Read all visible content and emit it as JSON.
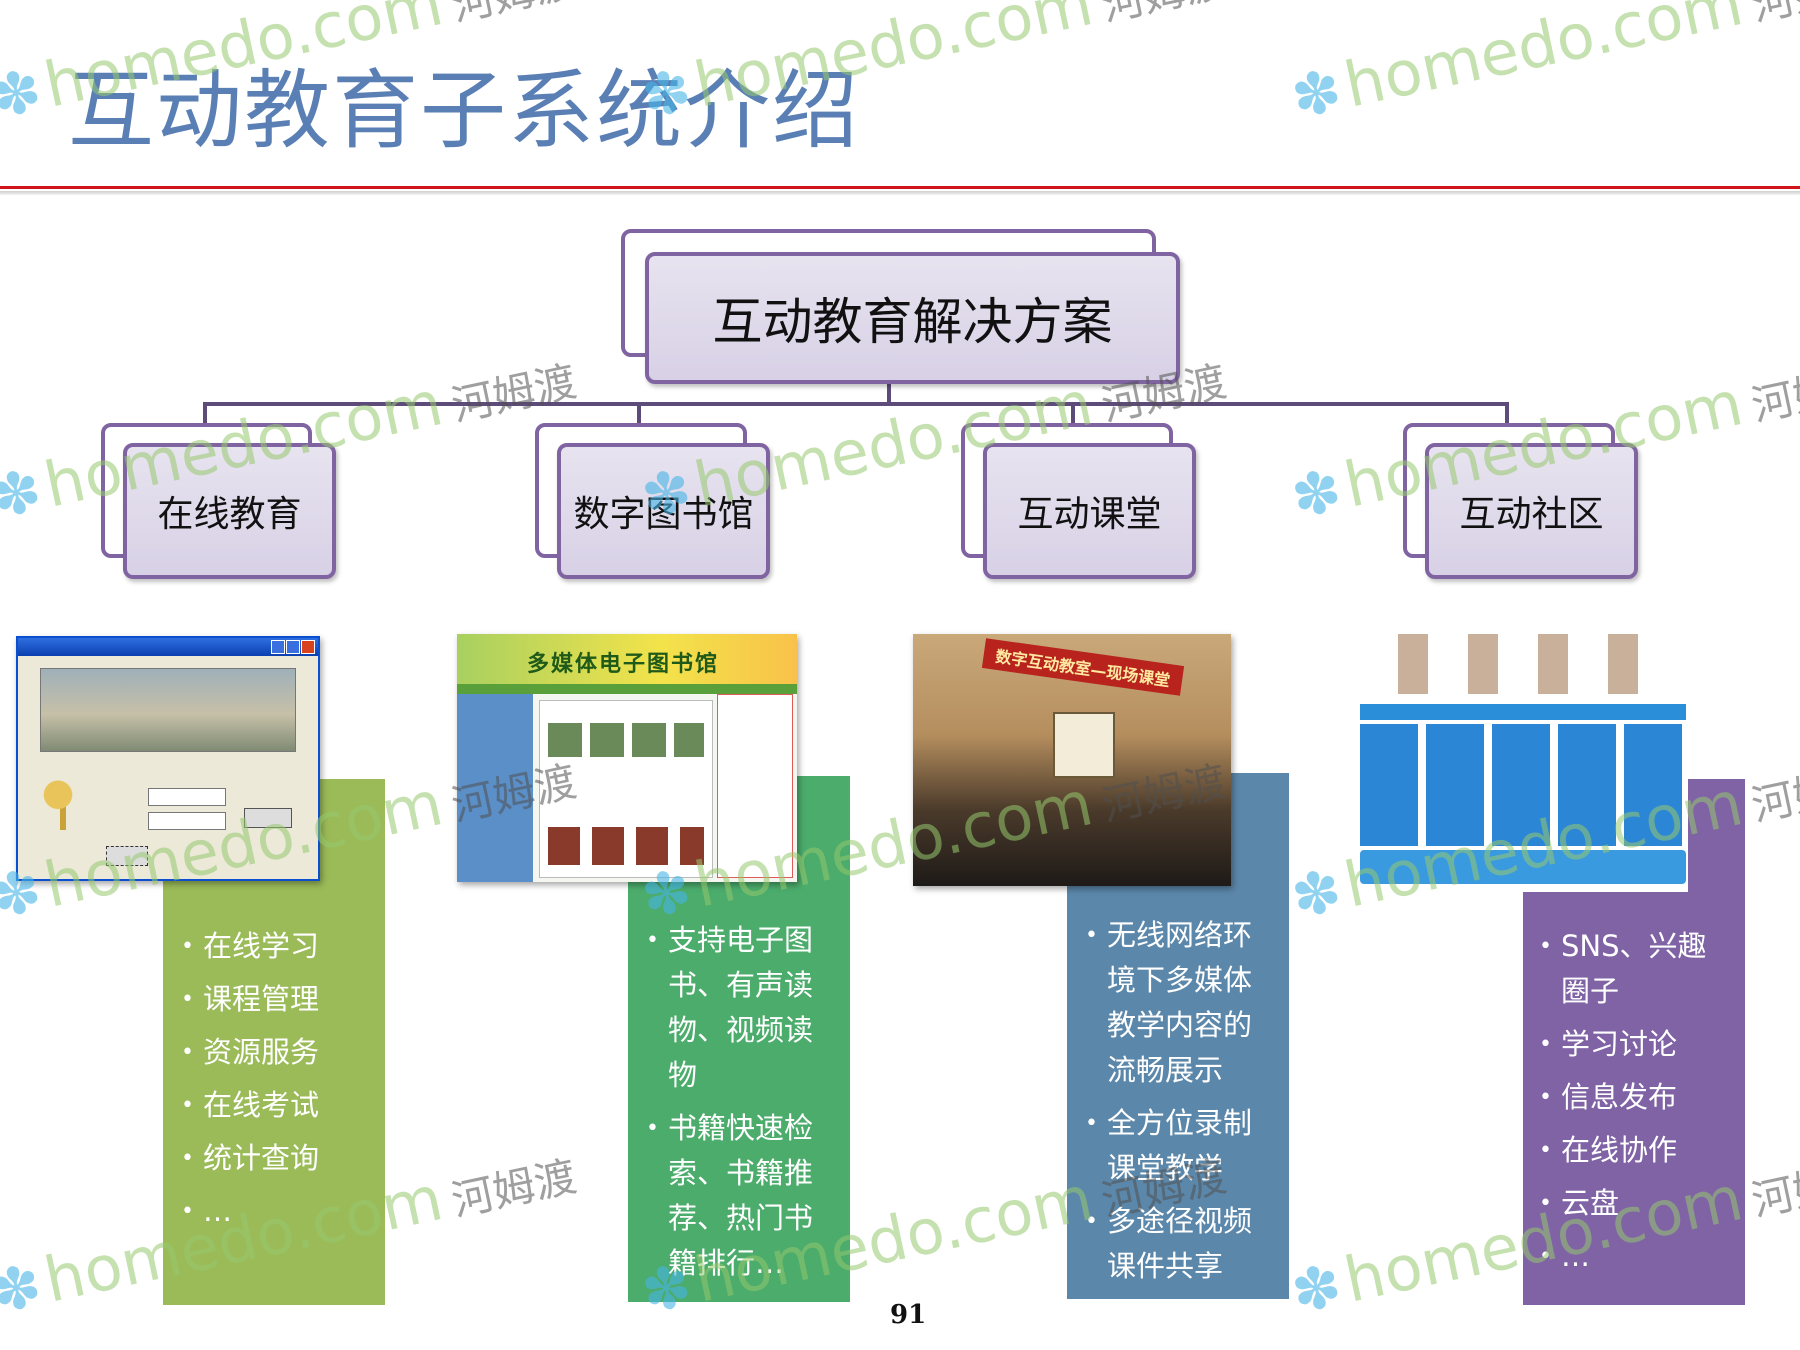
{
  "title": "互动教育子系统介绍",
  "root": {
    "label": "互动教育解决方案"
  },
  "branches": [
    {
      "label": "在线教育",
      "color": "#9bbb59",
      "items": [
        "在线学习",
        "课程管理",
        "资源服务",
        "在线考试",
        "统计查询",
        "…"
      ]
    },
    {
      "label": "数字图书馆",
      "color": "#4bac6c",
      "items": [
        "支持电子图书、有声读物、视频读物",
        "书籍快速检索、书籍推荐、热门书籍排行…"
      ]
    },
    {
      "label": "互动课堂",
      "color": "#5b87aa",
      "items": [
        "无线网络环境下多媒体教学内容的流畅展示",
        "全方位录制课堂教学",
        "多途径视频课件共享",
        "…"
      ]
    },
    {
      "label": "互动社区",
      "color": "#7f63a5",
      "items": [
        "SNS、兴趣圈子",
        "学习讨论",
        "信息发布",
        "在线协作",
        "云盘",
        "…"
      ]
    }
  ],
  "screenshots": {
    "library_banner": "多媒体电子图书馆",
    "classroom_banner": "数字互动教室—现场课堂"
  },
  "page_number": "91",
  "watermark": {
    "site": "homedo.com",
    "cn": "河姆渡"
  },
  "colors": {
    "title": "#5a7fb5",
    "box_border": "#8064a2",
    "rule": "#d0141a"
  }
}
